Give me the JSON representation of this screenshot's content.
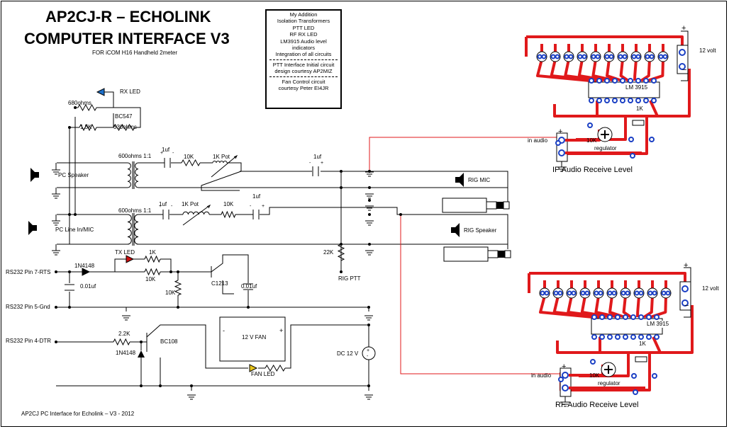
{
  "title": {
    "line1": "AP2CJ-R – ECHOLINK",
    "line2": "COMPUTER INTERFACE V3",
    "subtitle": "FOR iCOM H16 Handheld 2meter"
  },
  "notes": {
    "header": "My Addition",
    "items": [
      "Isolation Transformers",
      "PTT LED",
      "RF RX LED",
      "LM3915 Audio level",
      "indicators",
      "Integration of all circuits"
    ],
    "ptt_credit": [
      "PTT Interface Initial circuit",
      "design courtesy AP2MIZ"
    ],
    "fan_credit": [
      "Fan Control circuit",
      "courtesy Peter EI4JR"
    ]
  },
  "labels": {
    "rx_led": "RX  LED",
    "r680": "680ohms",
    "bc547": "BC547",
    "r1_5k": "1.5K",
    "r330": "330ohms",
    "xfmr1": "600ohms 1:1",
    "xfmr2": "600ohms 1:1",
    "pc_speaker": "PC Speaker",
    "pc_line": "PC Line In/MIC",
    "c1uf_a": "1uf",
    "r10k_a": "10K",
    "pot_a": "1K Pot",
    "c1uf_b": "1uf",
    "c1uf_c": "1uf",
    "pot_b": "1K Pot",
    "r10k_b": "10K",
    "c1uf_d": "1uf",
    "rig_mic": "RIG MIC",
    "rig_speaker": "RIG Speaker",
    "r22k": "22K",
    "rig_ptt": "RIG PTT",
    "tx_led": "TX  LED",
    "r1k_tx": "1K",
    "d1n4148": "1N4148",
    "rs232_rts": "RS232 Pin 7-RTS",
    "c001_a": "0.01uf",
    "r10k_c": "10K",
    "r10k_d": "10K",
    "c1213": "C1213",
    "c001_b": "0.01uf",
    "rs232_gnd": "RS232 Pin 5-Gnd",
    "rs232_dtr": "RS232 Pin 4-DTR",
    "r2_2k": "2.2K",
    "d1n4148_b": "1N4148",
    "bc108": "BC108",
    "fan": "12 V FAN",
    "fan_led": "FAN  LED",
    "dc12": "DC 12 V",
    "twelve_volt_top": "12 volt",
    "twelve_volt_bottom": "12 volt",
    "lm3915_top": "LM 3915",
    "lm3915_bottom": "LM 3915",
    "r1k_top": "1K",
    "r1k_bottom": "1K",
    "in_audio_top": "in audio",
    "in_audio_bottom": "in audio",
    "r10k_reg_top": "10K",
    "reg_top": "regulator",
    "r10k_reg_bottom": "10K",
    "reg_bottom": "regulator",
    "ip_level": "IP Audio Receive Level",
    "rf_level": "RF Audio Receive Level",
    "plus": "+",
    "minus": "−",
    "footer": "AP2CJ PC Interface for Echolink – V3 - 2012"
  },
  "colors": {
    "trace": "#e0191b",
    "pad": "#1a3fc4",
    "led_red": "#cc1010",
    "led_blue": "#1d6fc9",
    "led_yellow": "#e6c31a",
    "wire": "#000000"
  }
}
